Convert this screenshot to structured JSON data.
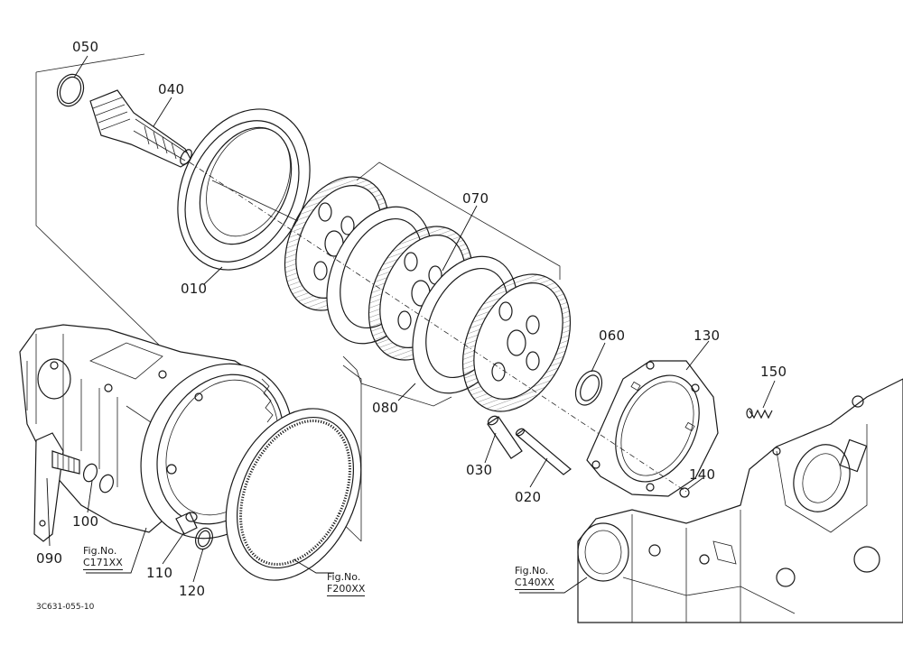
{
  "parts": [
    {
      "id": "p010",
      "number": "010"
    },
    {
      "id": "p020",
      "number": "020"
    },
    {
      "id": "p030",
      "number": "030"
    },
    {
      "id": "p040",
      "number": "040"
    },
    {
      "id": "p050",
      "number": "050"
    },
    {
      "id": "p060",
      "number": "060"
    },
    {
      "id": "p070",
      "number": "070"
    },
    {
      "id": "p080",
      "number": "080"
    },
    {
      "id": "p090",
      "number": "090"
    },
    {
      "id": "p100",
      "number": "100"
    },
    {
      "id": "p110",
      "number": "110"
    },
    {
      "id": "p120",
      "number": "120"
    },
    {
      "id": "p130",
      "number": "130"
    },
    {
      "id": "p140",
      "number": "140"
    },
    {
      "id": "p150",
      "number": "150"
    }
  ],
  "figure_refs": [
    {
      "id": "c171",
      "prefix": "Fig.No.",
      "code": "C171XX"
    },
    {
      "id": "f200",
      "prefix": "Fig.No.",
      "code": "F200XX"
    },
    {
      "id": "c140",
      "prefix": "Fig.No.",
      "code": "C140XX"
    }
  ],
  "document_id": "3C631-055-10",
  "colors": {
    "ink": "#1a1a1a",
    "background": "#ffffff"
  }
}
